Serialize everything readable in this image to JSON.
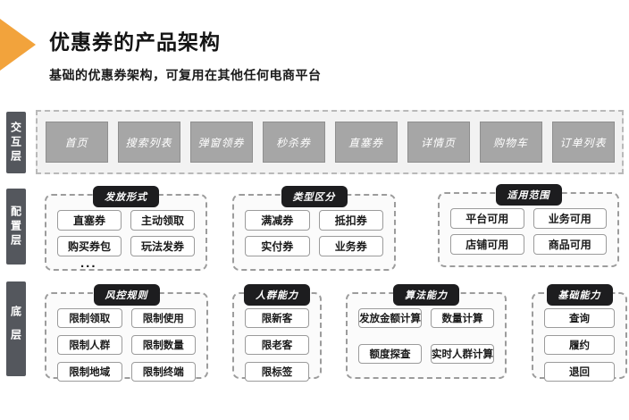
{
  "header": {
    "title": "优惠券的产品架构",
    "subtitle": "基础的优惠券架构，可复用在其他任何电商平台"
  },
  "colors": {
    "accent_orange": "#F2A33C",
    "rail_badge_bg": "#54575D",
    "group_badge_bg": "#1D1D1F",
    "gray_node_fill": "#A6A6A6",
    "dashed_border": "#9C9C9C"
  },
  "layers": [
    {
      "id": "interaction",
      "label": "交互层"
    },
    {
      "id": "config",
      "label": "配置层"
    },
    {
      "id": "base",
      "label": "底层"
    }
  ],
  "interaction_row": {
    "items": [
      "首页",
      "搜索列表",
      "弹窗领券",
      "秒杀券",
      "直塞券",
      "详情页",
      "购物车",
      "订单列表"
    ]
  },
  "config_groups": [
    {
      "title": "发放形式",
      "items": [
        "直塞券",
        "主动领取",
        "购买券包",
        "玩法发券"
      ],
      "more": "..."
    },
    {
      "title": "类型区分",
      "items": [
        "满减券",
        "抵扣券",
        "实付券",
        "业务券"
      ]
    },
    {
      "title": "适用范围",
      "items": [
        "平台可用",
        "业务可用",
        "店铺可用",
        "商品可用"
      ]
    }
  ],
  "base_groups": [
    {
      "title": "风控规则",
      "items": [
        "限制领取",
        "限制使用",
        "限制人群",
        "限制数量",
        "限制地域",
        "限制终端"
      ]
    },
    {
      "title": "人群能力",
      "items": [
        "限新客",
        "限老客",
        "限标签"
      ]
    },
    {
      "title": "算法能力",
      "items": [
        "发放金额计算",
        "数量计算",
        "额度探查",
        "实时人群计算"
      ]
    },
    {
      "title": "基础能力",
      "items": [
        "查询",
        "履约",
        "退回"
      ]
    }
  ]
}
